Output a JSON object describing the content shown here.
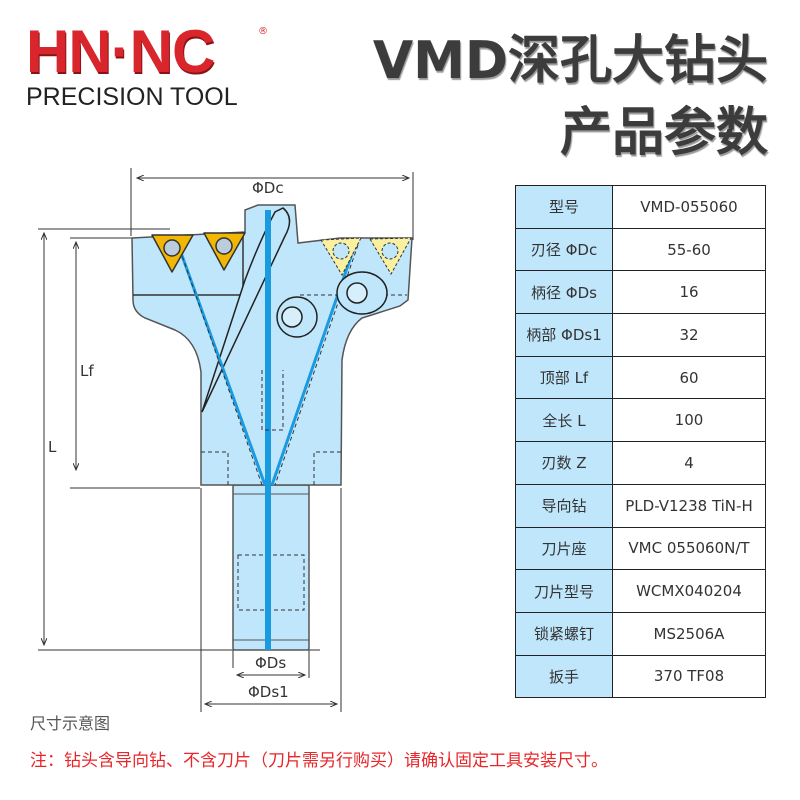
{
  "brand": {
    "name": "HN·NC",
    "registered": "®",
    "tagline": "PRECISION TOOL"
  },
  "title": {
    "line1": "VMD深孔大钻头",
    "line2": "产品参数"
  },
  "dimensions": {
    "dc": "ΦDc",
    "ds": "ΦDs",
    "ds1": "ΦDs1",
    "lf": "Lf",
    "l": "L"
  },
  "specs": [
    {
      "label": "型号",
      "value": "VMD-055060"
    },
    {
      "label": "刃径 ΦDc",
      "value": "55-60"
    },
    {
      "label": "柄径 ΦDs",
      "value": "16"
    },
    {
      "label": "柄部 ΦDs1",
      "value": "32"
    },
    {
      "label": "顶部 Lf",
      "value": "60"
    },
    {
      "label": "全长 L",
      "value": "100"
    },
    {
      "label": "刃数 Z",
      "value": "4"
    },
    {
      "label": "导向钻",
      "value": "PLD-V1238 TiN-H"
    },
    {
      "label": "刀片座",
      "value": "VMC 055060N/T"
    },
    {
      "label": "刀片型号",
      "value": "WCMX040204"
    },
    {
      "label": "锁紧螺钉",
      "value": "MS2506A"
    },
    {
      "label": "扳手",
      "value": "370 TF08"
    }
  ],
  "caption": "尺寸示意图",
  "note": "注：钻头含导向钻、不含刀片（刀片需另行购买）请确认固定工具安装尺寸。",
  "colors": {
    "brand_red": "#d9262c",
    "body": "#bfe6fb",
    "coolant": "#1a9be0",
    "insert_gold": "#f2b705",
    "insert_pale": "#fbf0a0"
  }
}
